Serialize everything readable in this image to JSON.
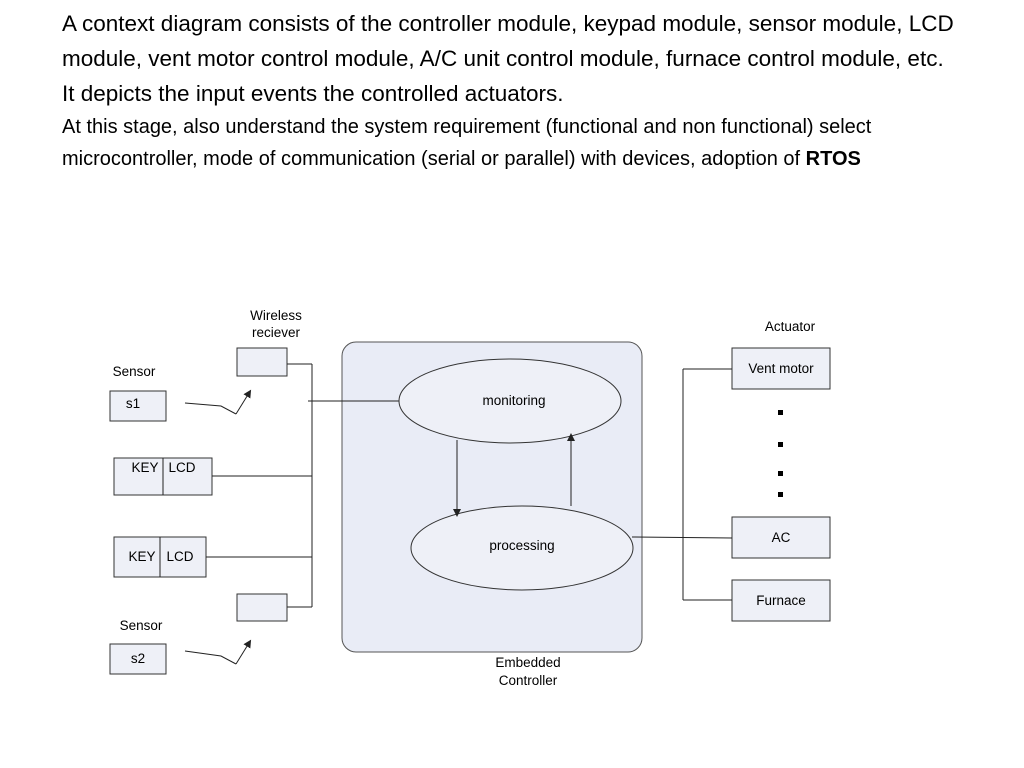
{
  "text": {
    "line1": " A  context diagram consists of the controller module, keypad module, sensor module, LCD module,  vent  motor control module, A/C unit control module, furnace control module, etc.",
    "line2": "It depicts the input events the controlled actuators.",
    "line3": "At this stage, also understand the system requirement (functional and non functional) select  microcontroller, mode of communication (serial or parallel) with devices, adoption of  ",
    "line3_bold": "RTOS"
  },
  "diagram": {
    "wireless_line1": "Wireless",
    "wireless_line2": "reciever",
    "sensor_top_label": "Sensor",
    "s1": "s1",
    "key1": "KEY",
    "lcd1": "LCD",
    "key2": "KEY",
    "lcd2": "LCD",
    "sensor_bottom_label": "Sensor",
    "s2": "s2",
    "monitoring": "monitoring",
    "processing": "processing",
    "controller_line1": "Embedded",
    "controller_line2": "Controller",
    "actuator_label": "Actuator",
    "vent_motor": "Vent motor",
    "ac": "AC",
    "furnace": "Furnace"
  },
  "colors": {
    "controller_fill": "#e9ecf6",
    "box_fill": "#eef0f7",
    "ellipse_fill": "#eef0f7"
  }
}
